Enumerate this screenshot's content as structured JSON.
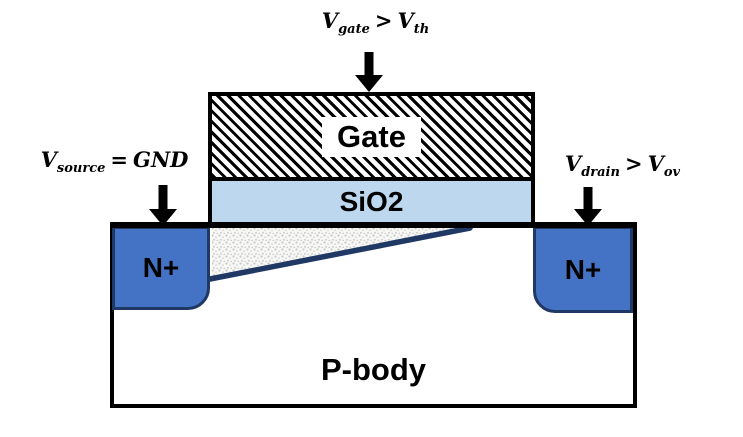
{
  "annotations": {
    "gate": {
      "symbol": "V",
      "symbol_sub": "gate",
      "operator": ">",
      "rhs": "V",
      "rhs_sub": "th"
    },
    "source": {
      "symbol": "V",
      "symbol_sub": "source",
      "operator": "=",
      "rhs": "GND",
      "rhs_sub": ""
    },
    "drain": {
      "symbol": "V",
      "symbol_sub": "drain",
      "operator": ">",
      "rhs": "V",
      "rhs_sub": "ov"
    }
  },
  "regions": {
    "gate": {
      "label": "Gate"
    },
    "oxide": {
      "label": "SiO2"
    },
    "source": {
      "label": "N+"
    },
    "drain": {
      "label": "N+"
    },
    "body": {
      "label": "P-body"
    }
  },
  "colors": {
    "n_plus_fill": "#4472C4",
    "n_plus_border": "#1F3864",
    "oxide_fill": "#BDD7EE",
    "channel_pinch_line": "#1F3864",
    "channel_stipple": "#C9C9C9",
    "outline": "#000000",
    "background": "#FFFFFF"
  }
}
